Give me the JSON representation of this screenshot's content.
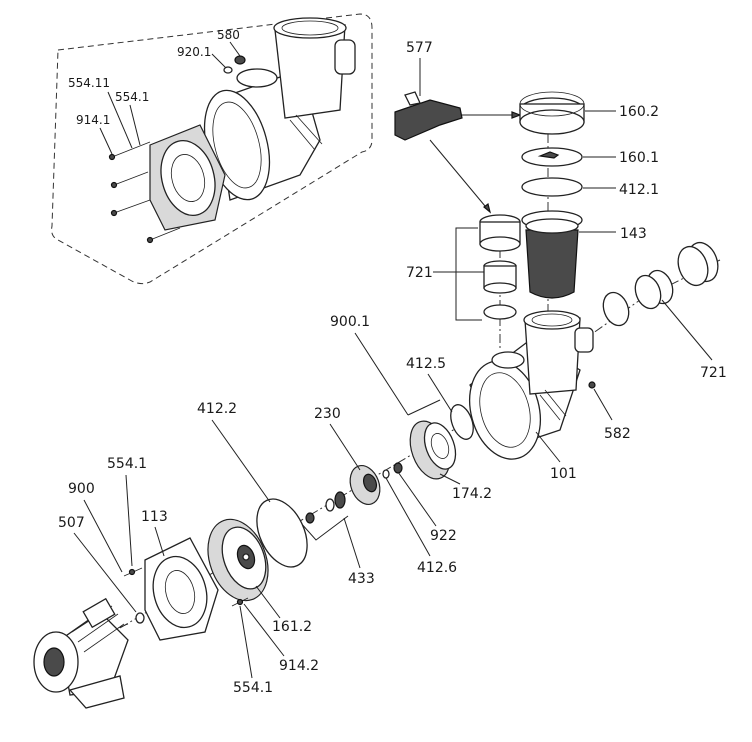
{
  "labels": {
    "p580": "580",
    "p920_1": "920.1",
    "p554_11": "554.11",
    "p554_1_top": "554.1",
    "p914_1": "914.1",
    "p577": "577",
    "p160_2": "160.2",
    "p160_1": "160.1",
    "p412_1": "412.1",
    "p143": "143",
    "p721_left": "721",
    "p721_right": "721",
    "p900_1": "900.1",
    "p412_5": "412.5",
    "p582": "582",
    "p101": "101",
    "p412_2": "412.2",
    "p230": "230",
    "p174_2": "174.2",
    "p922": "922",
    "p554_1_mid": "554.1",
    "p900": "900",
    "p113": "113",
    "p507": "507",
    "p433": "433",
    "p412_6": "412.6",
    "p161_2": "161.2",
    "p914_2": "914.2",
    "p554_1_bot": "554.1"
  }
}
